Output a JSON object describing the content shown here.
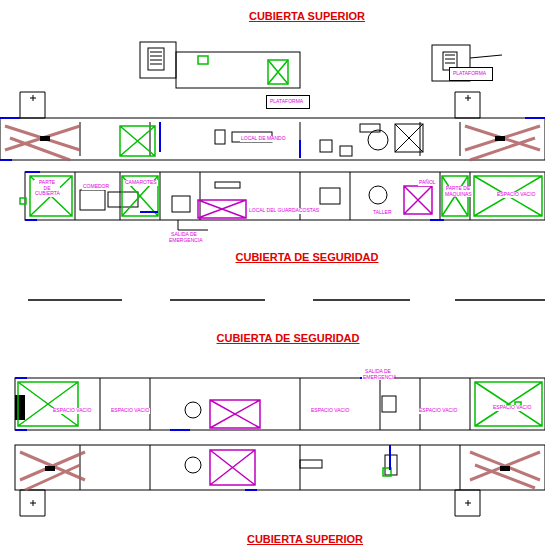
{
  "diagram": {
    "nodes": [
      {
        "text": [
          "PLATAFORMA"
        ]
      },
      {
        "text": [
          "PLATAFORMA"
        ]
      }
    ],
    "labels": [
      "CUBIERTA SUPERIOR",
      "LOCAL DE MANDO",
      "PARTE DE CUBIERTA",
      "COMEDOR",
      "CAMAROTES",
      "LOCAL DEL GUARDACOSTAS",
      "TALLER",
      "PAÑOL",
      "PARTE DE MAQUINAS",
      "ESPACIO VACIO",
      "SALIDA DE EMERGENCIA",
      "CUBIERTA DE SEGURIDAD",
      "CUBIERTA DE SEGURIDAD",
      "SALIDA DE EMERGENCIA",
      "ESPACIO VACIO",
      "ESPACIO VACIO",
      "ESPACIO VACIO",
      "ESPACIO VACIO",
      "ESPACIO VACIO",
      "CUBIERTA SUPERIOR"
    ]
  }
}
